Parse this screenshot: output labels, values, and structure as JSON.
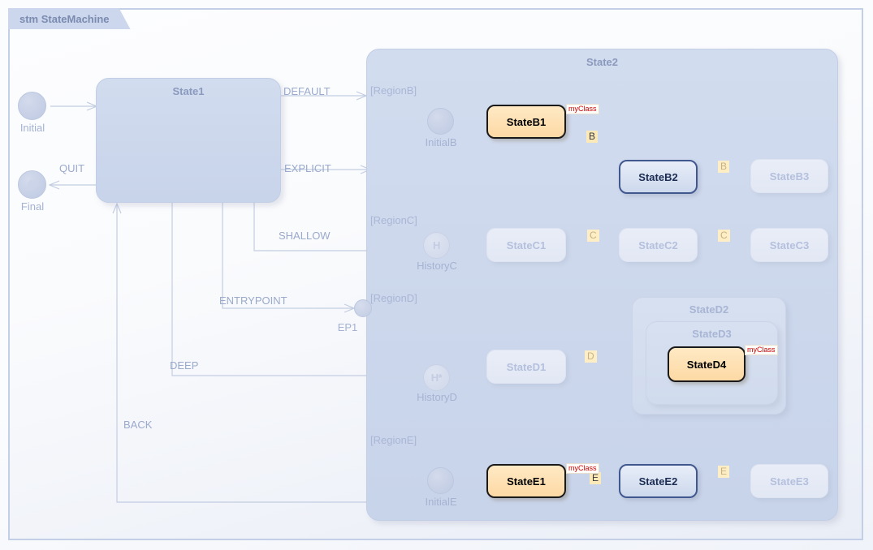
{
  "diagram": {
    "title": "stm StateMachine",
    "kind": "uml-state-machine"
  },
  "colors": {
    "frame_border": "#c3cfe6",
    "title_tab_bg": "#ccd6ec",
    "title_tab_text": "#7b8bb0",
    "dim_state_text": "#b4c0dd",
    "container_bg": "#ccd7ec",
    "highlight_orange_fill": "#fdd9a4",
    "highlight_orange_border": "#1a1a1a",
    "highlight_blue_border": "#41588f",
    "highlight_blue_text": "#1c2c52",
    "event_badge_bg": "#fdeec6",
    "myclass_text": "#cc0000",
    "connector": "#c3cde2",
    "connector_strong": "#2b2b2b"
  },
  "outer_region": {
    "pseudostates": [
      {
        "id": "initial",
        "label": "Initial",
        "kind": "initial"
      },
      {
        "id": "final",
        "label": "Final",
        "kind": "final"
      }
    ],
    "states": [
      {
        "id": "state1",
        "label": "State1",
        "kind": "composite"
      }
    ],
    "transitions": [
      {
        "id": "t-initial-state1",
        "label": "",
        "from": "Initial",
        "to": "State1"
      },
      {
        "id": "t-quit",
        "label": "QUIT",
        "from": "State1",
        "to": "Final"
      },
      {
        "id": "t-default",
        "label": "DEFAULT",
        "from": "State1",
        "to": "State2"
      },
      {
        "id": "t-explicit",
        "label": "EXPLICIT",
        "from": "State1",
        "to": "State2"
      },
      {
        "id": "t-shallow",
        "label": "SHALLOW",
        "from": "State1",
        "to": "HistoryC"
      },
      {
        "id": "t-entrypoint",
        "label": "ENTRYPOINT",
        "from": "State1",
        "to": "EP1"
      },
      {
        "id": "t-deep",
        "label": "DEEP",
        "from": "State1",
        "to": "HistoryD"
      },
      {
        "id": "t-back",
        "label": "BACK",
        "from": "State2",
        "to": "State1"
      }
    ]
  },
  "state2": {
    "label": "State2",
    "entry_point": {
      "id": "ep1",
      "label": "EP1",
      "kind": "entry-point"
    },
    "regions": [
      {
        "id": "regionB",
        "label": "[RegionB]",
        "pseudostate": {
          "id": "initialB",
          "label": "InitialB",
          "kind": "initial"
        },
        "states": [
          {
            "id": "stateB1",
            "label": "StateB1",
            "style": "highlight-orange",
            "stereotype": "myClass"
          },
          {
            "id": "stateB2",
            "label": "StateB2",
            "style": "highlight-blue"
          },
          {
            "id": "stateB3",
            "label": "StateB3",
            "style": "dim"
          }
        ],
        "transitions": [
          {
            "id": "t-b1-b2",
            "label": "B",
            "from": "StateB1",
            "to": "StateB2",
            "emphasis": "strong"
          },
          {
            "id": "t-b2-b3",
            "label": "B",
            "from": "StateB2",
            "to": "StateB3",
            "emphasis": "dim"
          }
        ]
      },
      {
        "id": "regionC",
        "label": "[RegionC]",
        "pseudostate": {
          "id": "historyC",
          "label": "HistoryC",
          "kind": "shallow-history",
          "glyph": "H"
        },
        "states": [
          {
            "id": "stateC1",
            "label": "StateC1",
            "style": "dim"
          },
          {
            "id": "stateC2",
            "label": "StateC2",
            "style": "dim"
          },
          {
            "id": "stateC3",
            "label": "StateC3",
            "style": "dim"
          }
        ],
        "transitions": [
          {
            "id": "t-c1-c2",
            "label": "C",
            "from": "StateC1",
            "to": "StateC2",
            "emphasis": "dim"
          },
          {
            "id": "t-c2-c3",
            "label": "C",
            "from": "StateC2",
            "to": "StateC3",
            "emphasis": "dim"
          }
        ]
      },
      {
        "id": "regionD",
        "label": "[RegionD]",
        "pseudostate": {
          "id": "historyD",
          "label": "HistoryD",
          "kind": "deep-history",
          "glyph": "H*"
        },
        "states": [
          {
            "id": "stateD1",
            "label": "StateD1",
            "style": "dim"
          },
          {
            "id": "stateD2",
            "label": "StateD2",
            "style": "nested-container"
          },
          {
            "id": "stateD3",
            "label": "StateD3",
            "style": "nested-container"
          },
          {
            "id": "stateD4",
            "label": "StateD4",
            "style": "highlight-orange",
            "stereotype": "myClass"
          }
        ],
        "transitions": [
          {
            "id": "t-d1-d4",
            "label": "D",
            "from": "StateD1",
            "to": "StateD4",
            "emphasis": "dim"
          }
        ]
      },
      {
        "id": "regionE",
        "label": "[RegionE]",
        "pseudostate": {
          "id": "initialE",
          "label": "InitialE",
          "kind": "initial"
        },
        "states": [
          {
            "id": "stateE1",
            "label": "StateE1",
            "style": "highlight-orange",
            "stereotype": "myClass"
          },
          {
            "id": "stateE2",
            "label": "StateE2",
            "style": "highlight-blue"
          },
          {
            "id": "stateE3",
            "label": "StateE3",
            "style": "dim"
          }
        ],
        "transitions": [
          {
            "id": "t-e1-e2",
            "label": "E",
            "from": "StateE1",
            "to": "StateE2",
            "emphasis": "strong"
          },
          {
            "id": "t-e2-e3",
            "label": "E",
            "from": "StateE2",
            "to": "StateE3",
            "emphasis": "dim"
          }
        ]
      }
    ]
  }
}
